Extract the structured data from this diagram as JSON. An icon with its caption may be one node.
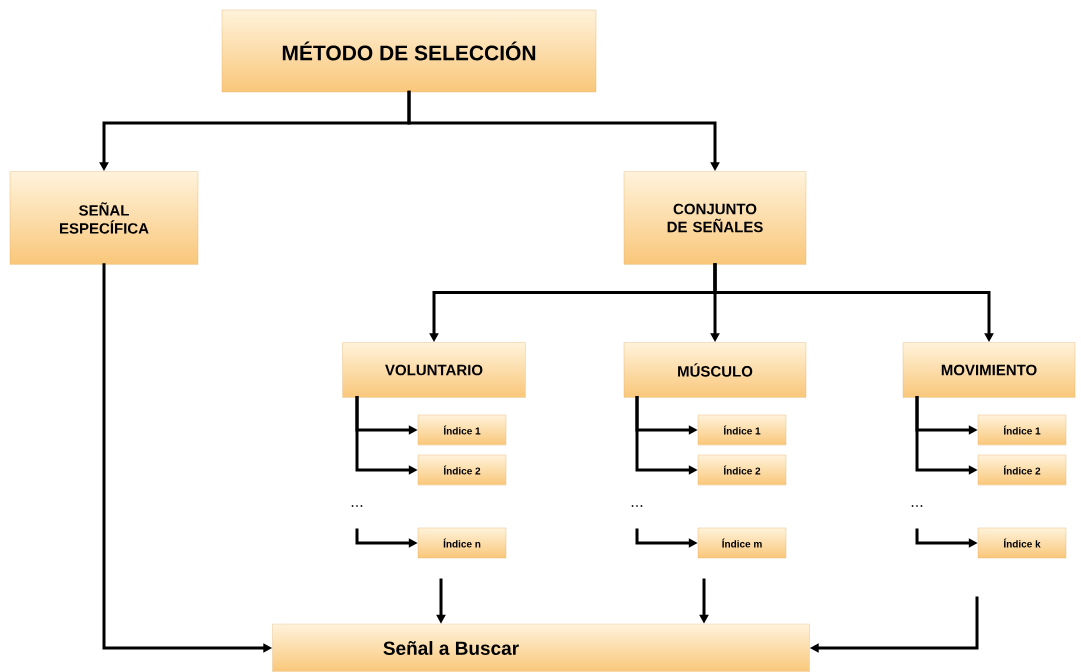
{
  "diagram": {
    "nodes": [
      {
        "text": [
          "MÉTODO DE SELECCIÓN"
        ]
      },
      {
        "text": [
          "SEÑAL ESPECÍFICA"
        ]
      },
      {
        "text": [
          "CONJUNTO DE SEÑALES"
        ]
      },
      {
        "text": [
          "VOLUNTARIO"
        ]
      },
      {
        "text": [
          "MÚSCULO"
        ]
      },
      {
        "text": [
          "MOVIMIENTO"
        ]
      },
      {
        "text": [
          "Índice 1"
        ]
      },
      {
        "text": [
          "Índice 2"
        ]
      },
      {
        "text": [
          "Índice n"
        ]
      },
      {
        "text": [
          "Índice 1"
        ]
      },
      {
        "text": [
          "Índice 2"
        ]
      },
      {
        "text": [
          "Índice m"
        ]
      },
      {
        "text": [
          "Índice 1"
        ]
      },
      {
        "text": [
          "Índice 2"
        ]
      },
      {
        "text": [
          "Índice k"
        ]
      },
      {
        "text": [
          "Señal a Buscar"
        ]
      }
    ],
    "edges": [
      {
        "from": 0,
        "to": 1,
        "arrow": "to"
      },
      {
        "from": 0,
        "to": 2,
        "arrow": "to"
      },
      {
        "from": 2,
        "to": 3,
        "arrow": "to"
      },
      {
        "from": 2,
        "to": 4,
        "arrow": "to"
      },
      {
        "from": 2,
        "to": 5,
        "arrow": "to"
      },
      {
        "from": 3,
        "to": 6,
        "arrow": "to"
      },
      {
        "from": 3,
        "to": 7,
        "arrow": "to"
      },
      {
        "from": null,
        "to": 8,
        "arrow": "to"
      },
      {
        "from": 4,
        "to": 9,
        "arrow": "to"
      },
      {
        "from": 4,
        "to": 10,
        "arrow": "to"
      },
      {
        "from": null,
        "to": 11,
        "arrow": "to"
      },
      {
        "from": 5,
        "to": 12,
        "arrow": "to"
      },
      {
        "from": 5,
        "to": 13,
        "arrow": "to"
      },
      {
        "from": null,
        "to": 14,
        "arrow": "to"
      },
      {
        "from": 1,
        "to": 15,
        "arrow": "to"
      },
      {
        "from": null,
        "to": 15,
        "arrow": "to"
      },
      {
        "from": null,
        "to": 15,
        "arrow": "to"
      },
      {
        "from": null,
        "to": 15,
        "arrow": "to"
      }
    ],
    "labels": [
      "...",
      "...",
      "..."
    ]
  }
}
